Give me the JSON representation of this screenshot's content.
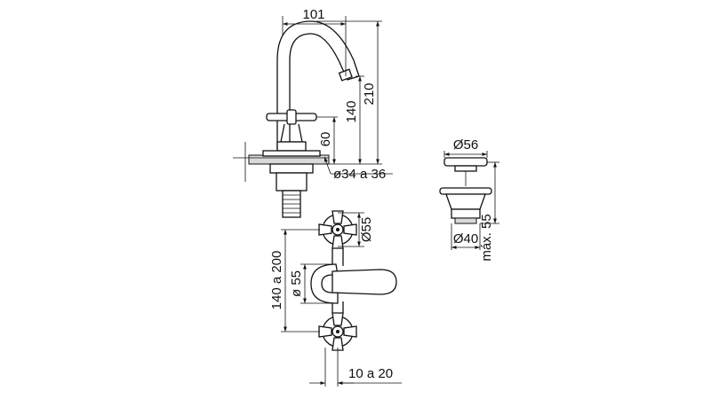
{
  "dimensions": {
    "spout_reach": "101",
    "total_height": "210",
    "spout_outlet_height": "140",
    "handle_height": "60",
    "hole_diameter": "ø34 a 36",
    "drain_cap_diameter": "Ø56",
    "drain_body_diameter": "Ø40",
    "drain_max_height": "máx. 55",
    "handle_diameter": "Ø55",
    "handle_spacing": "140 a 200",
    "lever_offset": "ø 55",
    "wall_projection": "10 a 20"
  }
}
